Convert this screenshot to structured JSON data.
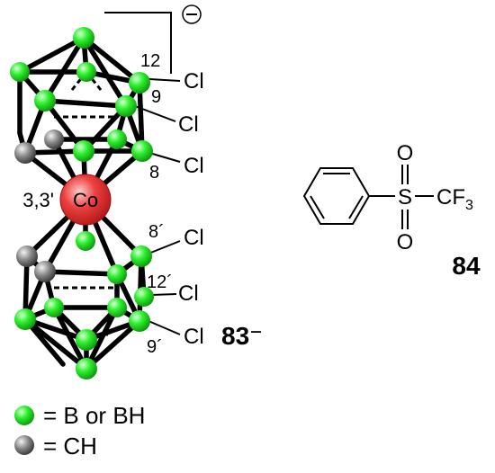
{
  "cobaltacarborane": {
    "charge": "⊖",
    "metal": "Co",
    "position_metal": "3,3'",
    "position_12": "12",
    "position_9": "9",
    "position_8": "8",
    "position_8p": "8´",
    "position_12p": "12´",
    "position_9p": "9´",
    "substituent": "Cl",
    "compound_label": "83⁻"
  },
  "sulfone": {
    "atom_S": "S",
    "atom_O": "O",
    "group_CF": "CF",
    "group_sub": "3",
    "compound_label": "84"
  },
  "legend": {
    "boron_label": "= B or BH",
    "ch_label": "= CH"
  },
  "colors": {
    "boron_vertex": "#22ee22",
    "carbon_vertex": "#7a7a7a",
    "cobalt": "#e23030"
  }
}
